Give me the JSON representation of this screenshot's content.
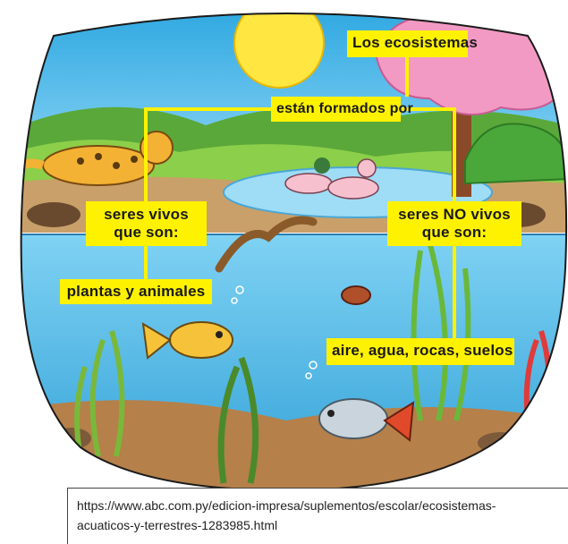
{
  "diagram": {
    "root": "Los ecosistemas",
    "relation": "están formados por",
    "living": {
      "line1": "seres vivos",
      "line2": "que son:",
      "examples": "plantas y animales"
    },
    "nonliving": {
      "line1": "seres NO vivos",
      "line2": "que son:",
      "examples": "aire, agua, rocas, suelos"
    }
  },
  "source": {
    "line1": "https://www.abc.com.py/edicion-impresa/suplementos/escolar/ecosistemas-",
    "line2": "acuaticos-y-terrestres-1283985.html"
  },
  "colors": {
    "label_bg": "#fff200",
    "connector": "#fff200",
    "sky": "#3fb6e8",
    "water": "#5cc4ee",
    "sun": "#ffe640",
    "tree_canopy": "#f29ac4",
    "grass": "#7cc142"
  }
}
